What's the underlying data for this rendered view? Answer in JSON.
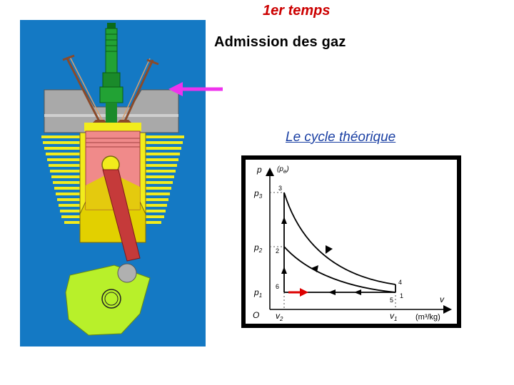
{
  "slide": {
    "title": "1er temps",
    "subtitle": "Admission des gaz",
    "link_text": "Le cycle théorique"
  },
  "colors": {
    "title_red": "#cc0000",
    "link_blue": "#1a3fa3",
    "engine_background": "#1479c4",
    "cylinder_head": "#a9a9a9",
    "cooling_fins": "#f2ec1c",
    "piston": "#f08a8a",
    "spark_plug": "#22a234",
    "crank": "#b8f02a",
    "connecting_rod": "#c53a3a",
    "intake_arrow": "#ee33ee",
    "cycle_arrow": "#dd0000"
  },
  "diagram": {
    "axis_p_label": "p",
    "axis_p_sub": "(p",
    "axis_p_sub_letter": "e",
    "axis_p_sub_close": ")",
    "axis_v_label": "v",
    "origin_label": "O",
    "units_label": "(m³/kg)",
    "p_ticks": [
      {
        "name": "p",
        "sub": "3"
      },
      {
        "name": "p",
        "sub": "2"
      },
      {
        "name": "p",
        "sub": "1"
      }
    ],
    "v_ticks": [
      {
        "name": "v",
        "sub": "2"
      },
      {
        "name": "v",
        "sub": "1"
      }
    ],
    "points": [
      "3",
      "2",
      "6",
      "4",
      "5",
      "1"
    ]
  }
}
